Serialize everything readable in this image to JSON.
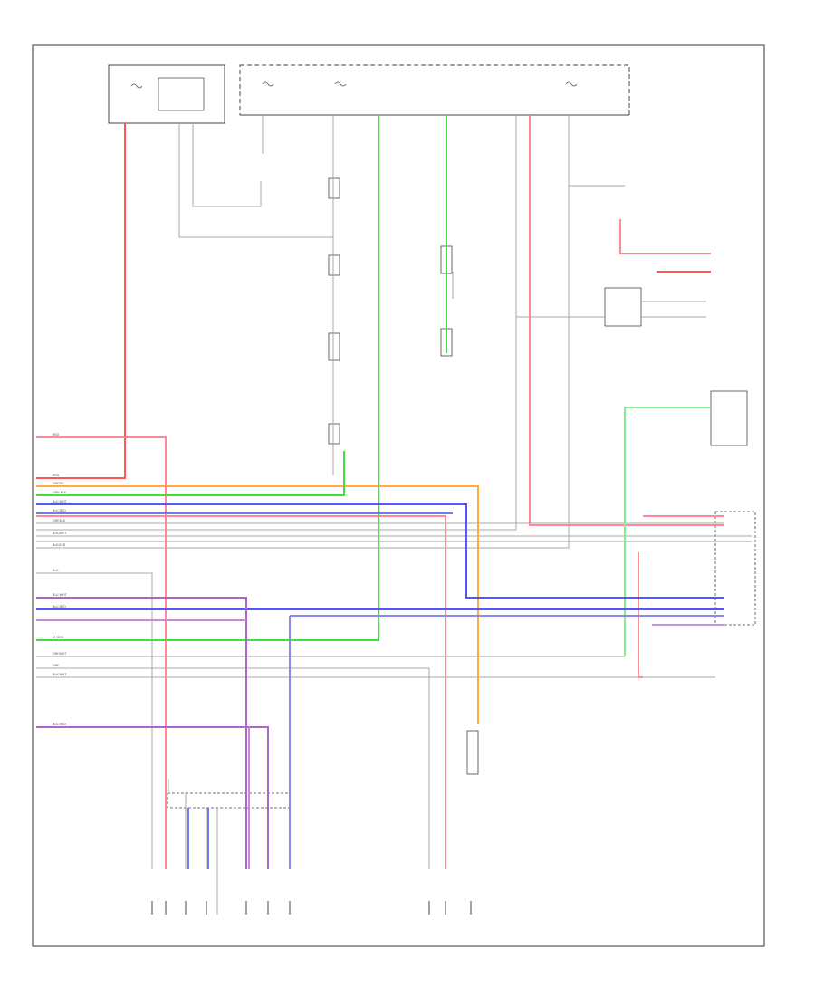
{
  "colors": {
    "red": "#ff4d4d",
    "orange": "#ff9933",
    "green": "#33dd33",
    "blue": "#3333ff",
    "violet": "#9966cc",
    "pink": "#ff8899",
    "gray": "#aaaaaa",
    "lightgray": "#cccccc",
    "black": "#333333"
  },
  "wire_labels": {
    "left_red": "RED",
    "left_orange": "GRY-YEL",
    "left_green": "GRN-BLK",
    "left_blue_1": "BLU-WHT",
    "left_blue_2": "BLU-RED",
    "left_gray_1": "GRY-BLK",
    "left_gray_2": "BLK-WHT",
    "left_gray_3": "BLK-RED",
    "left_pink": "RED",
    "left_bot_1": "BLU-WHT",
    "left_bot_2": "BLU-RED",
    "left_green_lower": "LT GRN",
    "left_bot_3": "GRY-WHT",
    "left_bot_4": "GRY",
    "left_bot_5": "BLK-WHT",
    "left_violet": "BLU-RED",
    "left_gray_top": "BLK"
  }
}
